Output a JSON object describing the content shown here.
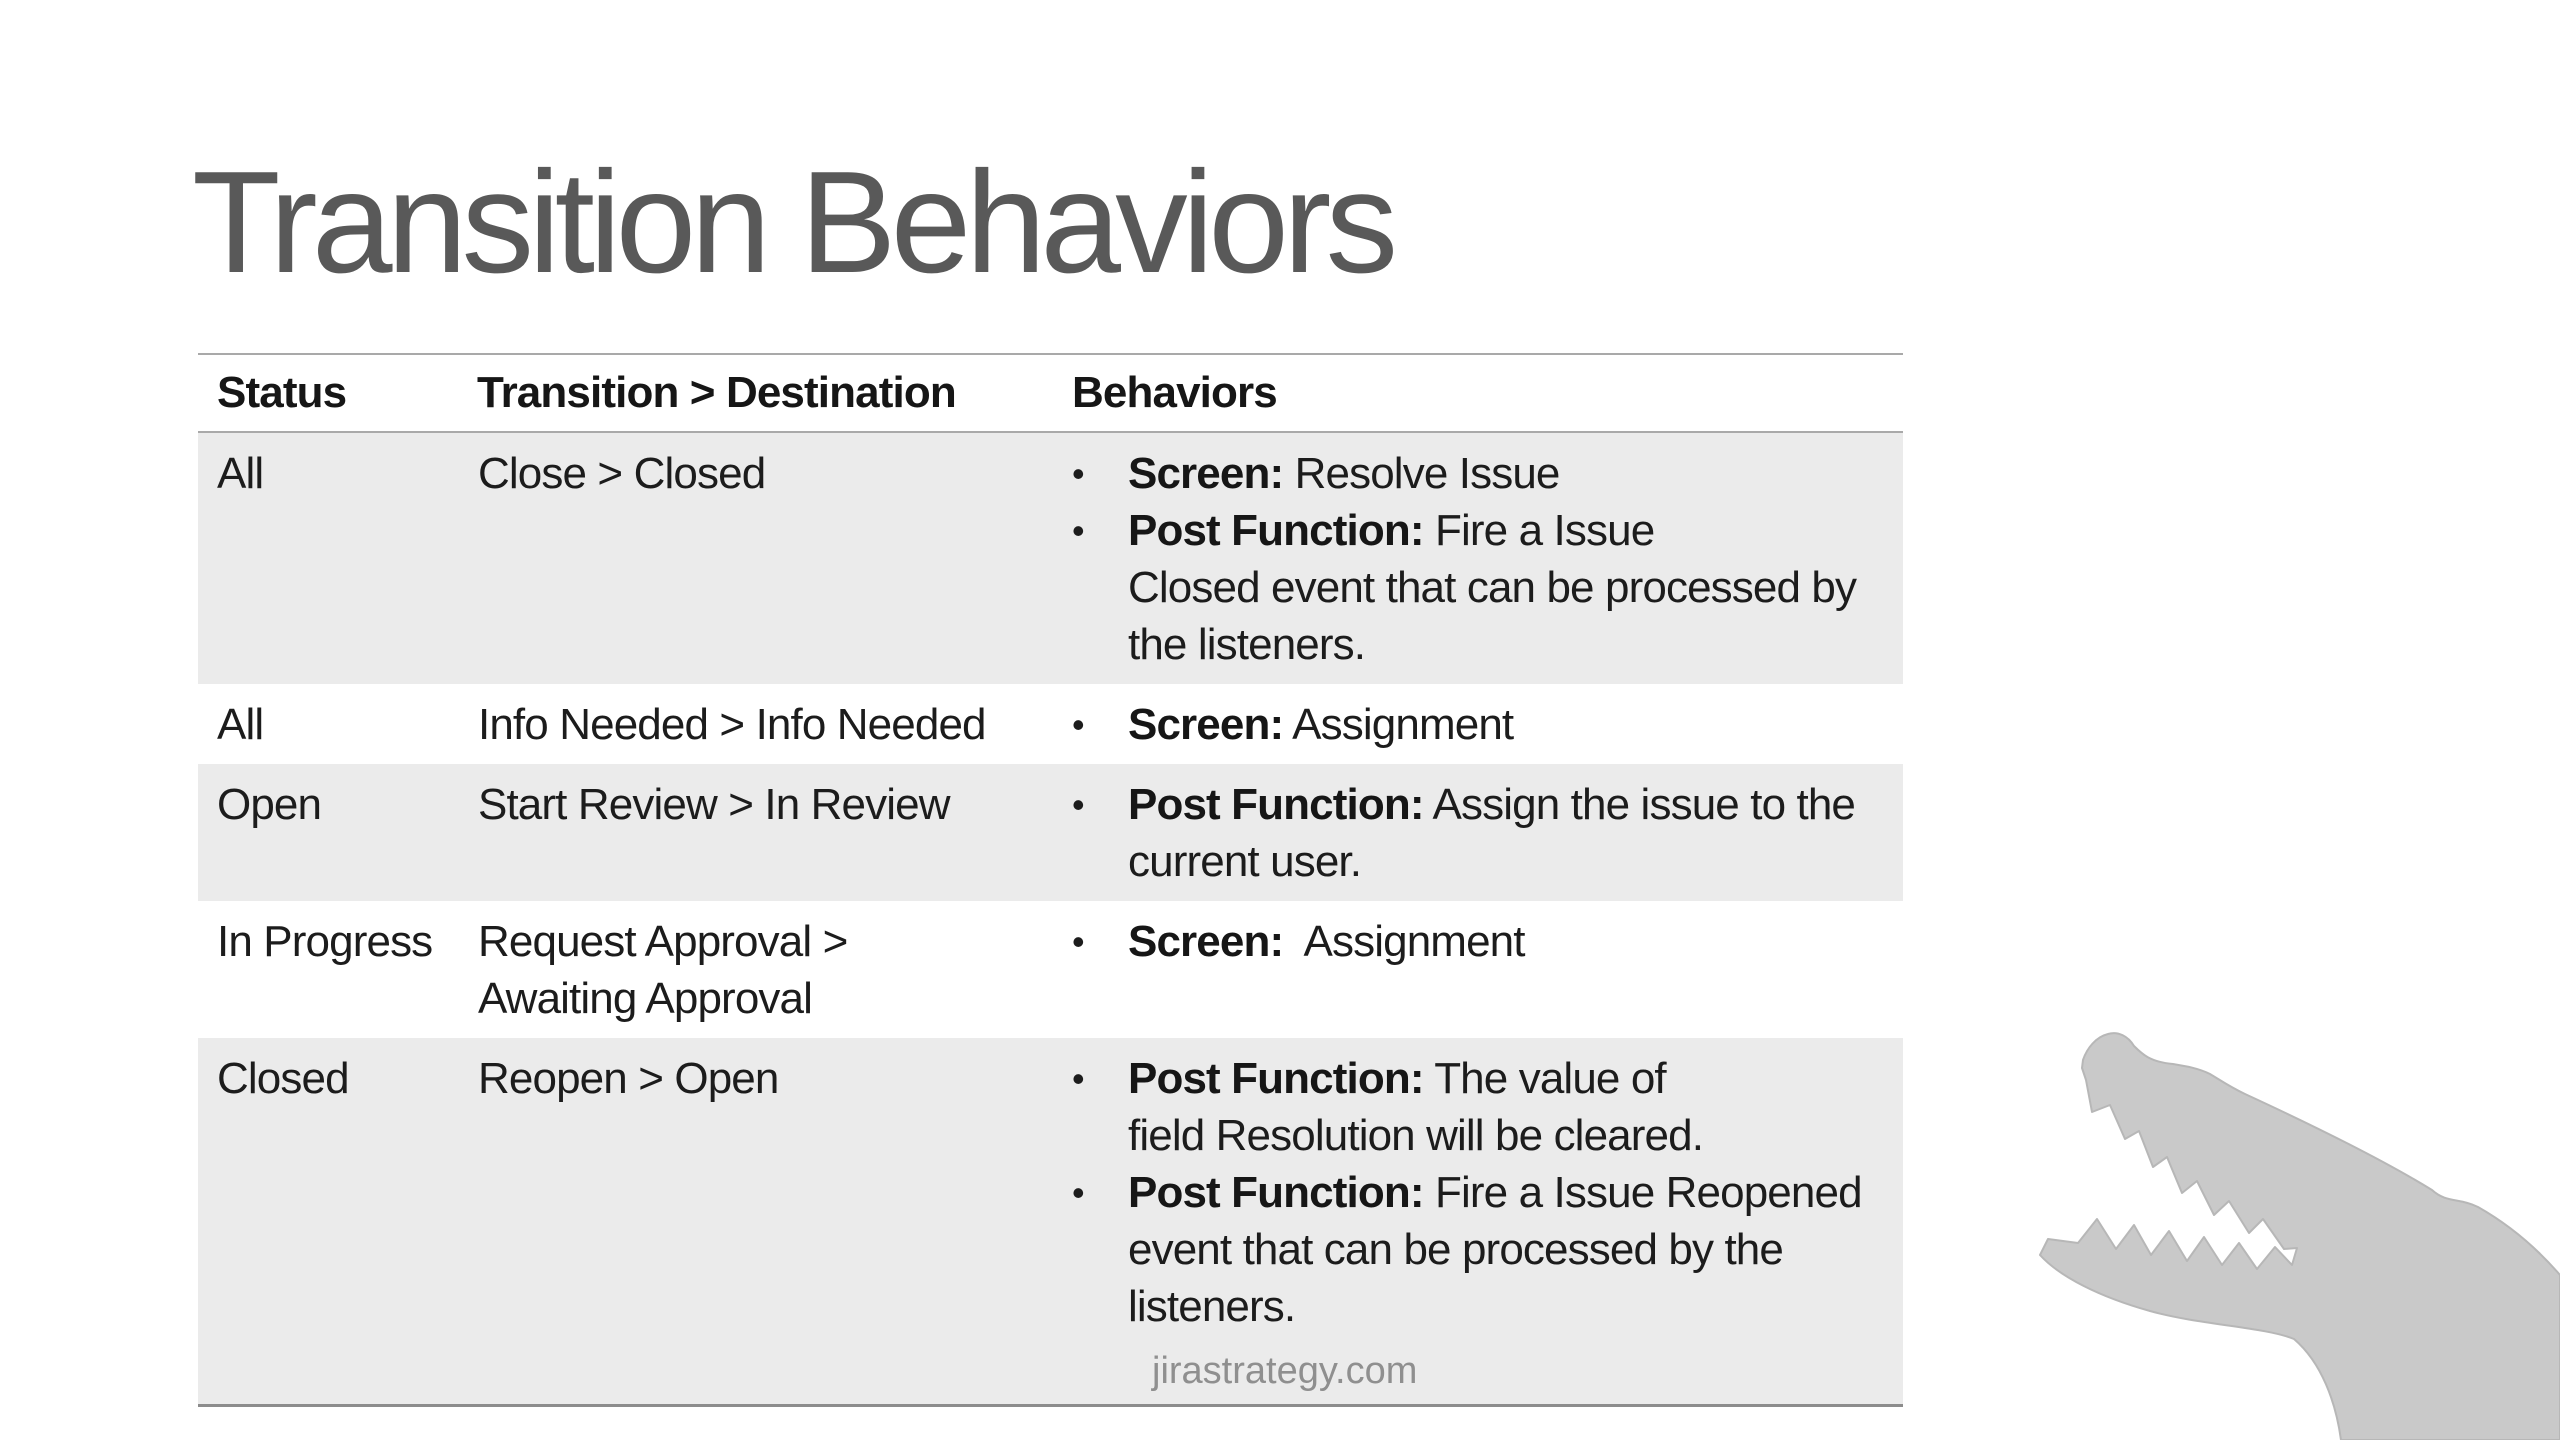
{
  "slide": {
    "title": "Transition Behaviors"
  },
  "table": {
    "headers": [
      "Status",
      "Transition > Destination",
      "Behaviors"
    ],
    "rows": [
      {
        "status": "All",
        "transition": "Close > Closed",
        "behaviors": [
          {
            "label": "Screen:",
            "text": " Resolve Issue"
          },
          {
            "label": "Post Function:",
            "text": " Fire a Issue\nClosed event that can be processed by\nthe listeners."
          }
        ]
      },
      {
        "status": "All",
        "transition": "Info Needed > Info Needed",
        "behaviors": [
          {
            "label": "Screen:",
            "text": " Assignment"
          }
        ]
      },
      {
        "status": "Open",
        "transition": "Start Review > In Review",
        "behaviors": [
          {
            "label": "Post Function:",
            "text": " Assign the issue to the\ncurrent user."
          }
        ]
      },
      {
        "status": "In Progress",
        "transition": "Request Approval >\nAwaiting Approval",
        "behaviors": [
          {
            "label": "Screen:",
            "text": "  Assignment"
          }
        ]
      },
      {
        "status": "Closed",
        "transition": "Reopen > Open",
        "behaviors": [
          {
            "label": "Post Function:",
            "text": " The value of\nfield Resolution will be cleared."
          },
          {
            "label": "Post Function:",
            "text": " Fire a Issue Reopened\nevent that can be processed by the\nlisteners."
          }
        ],
        "footnote": "jirastrategy.com"
      }
    ]
  },
  "graphic": {
    "name": "crocodile-silhouette"
  },
  "colors": {
    "title_gray": "#595959",
    "body_text": "#1c1c1c",
    "row_shade": "#ebebeb",
    "border_light": "#a9a9a9",
    "border_dark": "#8c8c8c",
    "watermark_gray": "#8f8f8f",
    "graphic_gray": "#c9c9c9"
  }
}
